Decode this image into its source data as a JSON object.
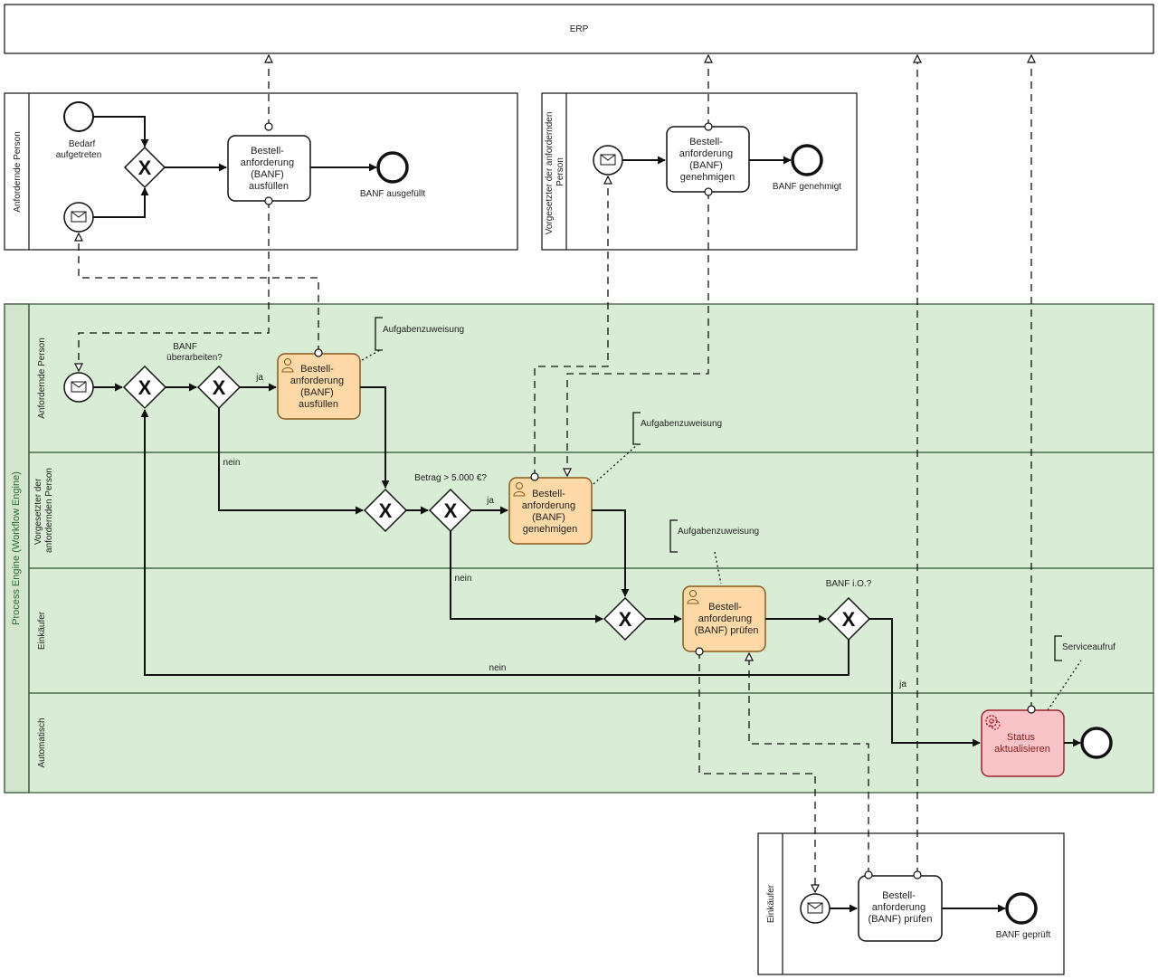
{
  "erp": {
    "label": "ERP"
  },
  "pool_requester": {
    "lane_label": "Anfordernde Person",
    "start_label": "Bedarf aufgetreten",
    "start_label_lines": [
      "Bedarf",
      "aufgetreten"
    ],
    "task_lines": [
      "Bestell-",
      "anforderung",
      "(BANF)",
      "ausfüllen"
    ],
    "end_label": "BANF ausgefüllt"
  },
  "pool_supervisor": {
    "lane_label_lines": [
      "Vorgesetzter der anfordernden",
      "Person"
    ],
    "task_lines": [
      "Bestell-",
      "anforderung",
      "(BANF)",
      "genehmigen"
    ],
    "end_label": "BANF genehmigt"
  },
  "engine": {
    "pool_label": "Process Engine (Workflow Engine)",
    "lanes": {
      "requester": "Anfordernde Person",
      "supervisor_lines": [
        "Vorgesetzter der",
        "anfordernden Person"
      ],
      "buyer": "Einkäufer",
      "auto": "Automatisch"
    },
    "gw_rework_label_lines": [
      "BANF",
      "überarbeiten?"
    ],
    "label_ja_1": "ja",
    "label_nein_1": "nein",
    "task_fill_lines": [
      "Bestell-",
      "anforderung",
      "(BANF)",
      "ausfüllen"
    ],
    "annotation_1": "Aufgabenzuweisung",
    "gw_amount_label": "Betrag > 5.000 €?",
    "label_ja_2": "ja",
    "label_nein_2": "nein",
    "task_approve_lines": [
      "Bestell-",
      "anforderung",
      "(BANF)",
      "genehmigen"
    ],
    "annotation_2": "Aufgabenzuweisung",
    "annotation_3": "Aufgabenzuweisung",
    "task_check_lines": [
      "Bestell-",
      "anforderung",
      "(BANF) prüfen"
    ],
    "gw_ok_label": "BANF i.O.?",
    "label_nein_3": "nein",
    "label_ja_3": "ja",
    "annotation_4": "Serviceaufruf",
    "task_status_lines": [
      "Status",
      "aktualisieren"
    ]
  },
  "pool_buyer": {
    "lane_label": "Einkäufer",
    "task_lines": [
      "Bestell-",
      "anforderung",
      "(BANF) prüfen"
    ],
    "end_label": "BANF geprüft"
  },
  "colors": {
    "lane_green": "#d9ecd5",
    "pool_green_border": "#5a8f5a",
    "user_task_fill": "#fcd9a6",
    "user_task_stroke": "#c9893a",
    "service_task_fill": "#f9c4c8",
    "service_task_stroke": "#b03038"
  },
  "icons": [
    "user-task-icon",
    "service-task-gear-icon",
    "envelope-icon",
    "gateway-x-icon"
  ]
}
